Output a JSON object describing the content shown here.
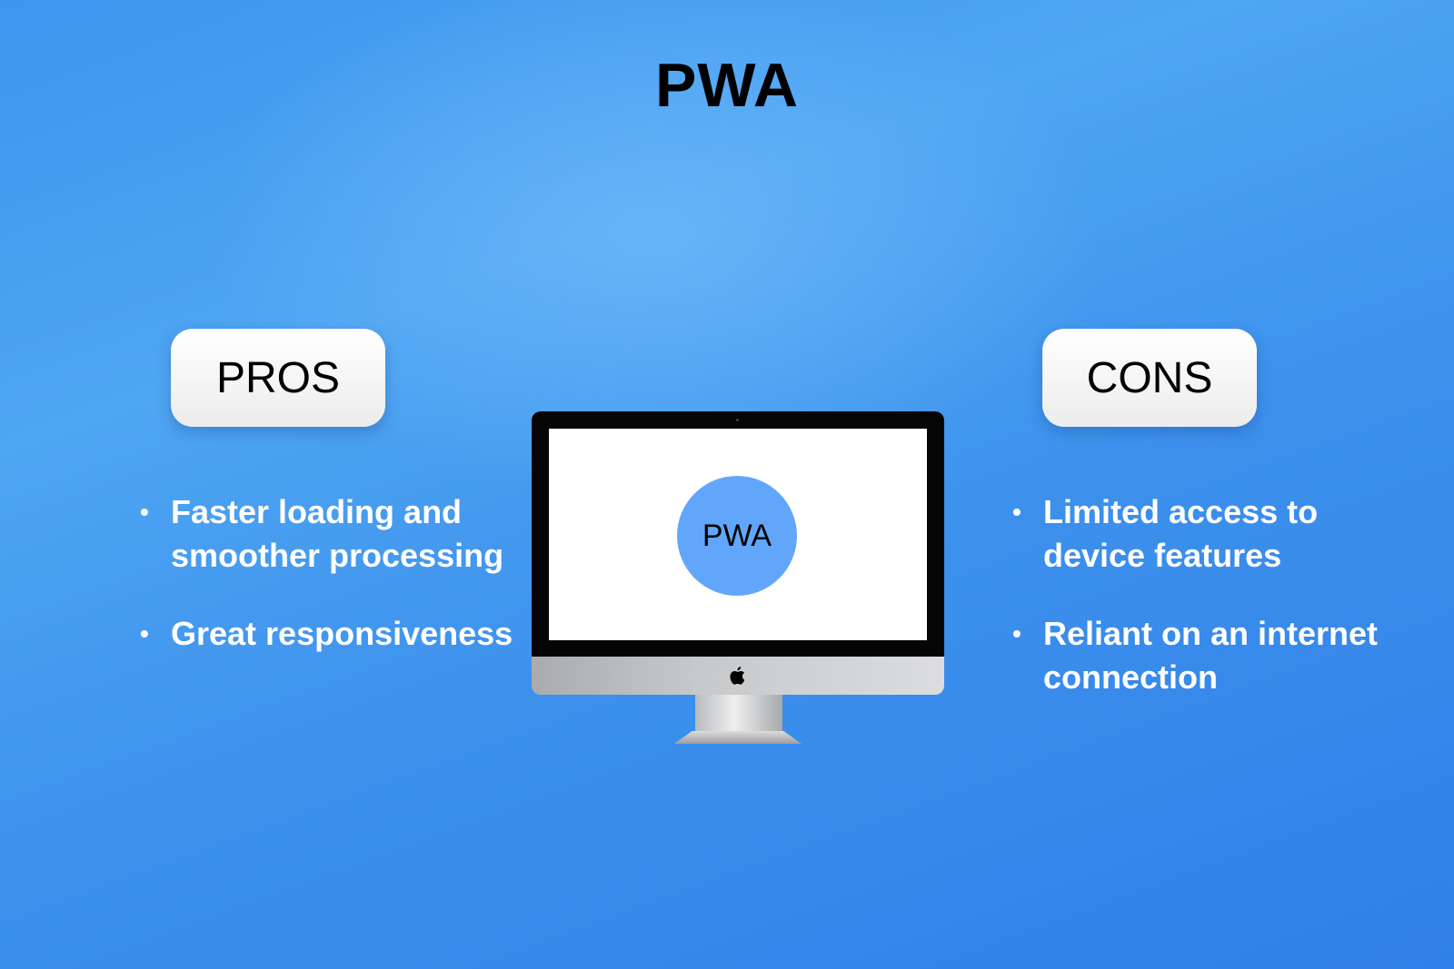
{
  "title": "PWA",
  "pros": {
    "label": "PROS",
    "items": [
      "Faster loading and smoother processing",
      "Great responsiveness"
    ]
  },
  "cons": {
    "label": "CONS",
    "items": [
      "Limited access to device features",
      "Reliant on an internet connection"
    ]
  },
  "monitor": {
    "screen_label": "PWA",
    "logo_icon": "apple-logo-icon"
  },
  "bullet": "•",
  "colors": {
    "background": "#3f95ee",
    "circle": "#62a6fb",
    "pill": "#ffffff",
    "text_light": "#ffffff",
    "text_dark": "#000000"
  }
}
